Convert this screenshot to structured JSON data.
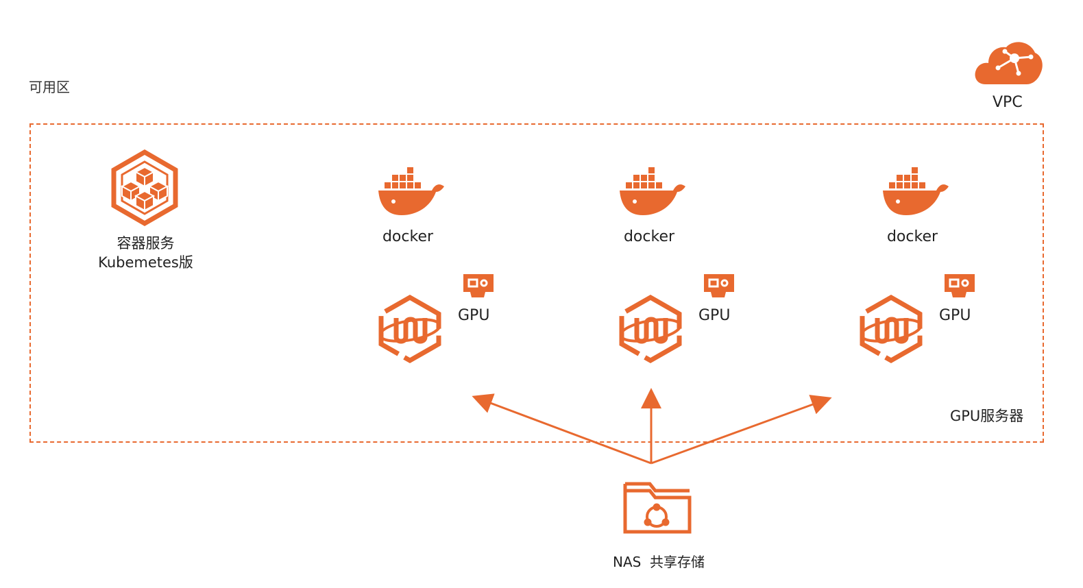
{
  "zone": {
    "label": "可用区"
  },
  "vpc": {
    "label": "VPC",
    "icon": "cloud-network-icon"
  },
  "k8s": {
    "line1": "容器服务",
    "line2": "Kubemetes版",
    "icon": "container-service-icon"
  },
  "nodes": [
    {
      "docker_label": "docker",
      "gpu_label": "GPU"
    },
    {
      "docker_label": "docker",
      "gpu_label": "GPU"
    },
    {
      "docker_label": "docker",
      "gpu_label": "GPU"
    }
  ],
  "server_group": {
    "label": "GPU服务器"
  },
  "nas": {
    "label": "NAS  共享存储",
    "icon": "shared-storage-folder-icon"
  },
  "colors": {
    "accent": "#e8692f",
    "text": "#222222",
    "background": "#ffffff"
  }
}
